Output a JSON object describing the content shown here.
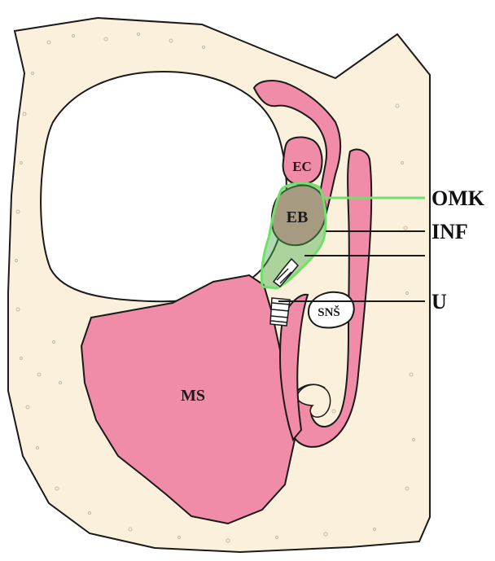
{
  "colors": {
    "bone": "#fbf0db",
    "tissue": "#f08ba8",
    "outline": "#1a1a1a",
    "highlight": "#6fe06a",
    "highlight_fill": "#4caf50",
    "background": "#ffffff"
  },
  "regions": {
    "ec": "EC",
    "eb": "EB",
    "snš": "SNŠ",
    "ms": "MS"
  },
  "callouts": {
    "omk": "OMK",
    "inf": "INF",
    "unlabeled": "",
    "u": "U"
  }
}
